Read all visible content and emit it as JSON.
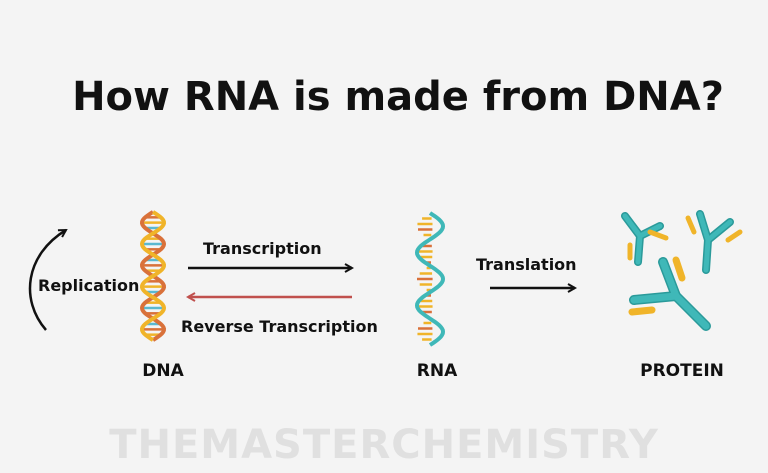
{
  "title": "How RNA is made from DNA?",
  "watermark": "THEMASTERCHEMISTRY",
  "labels": {
    "replication": "Replication",
    "transcription": "Transcription",
    "reverse_transcription": "Reverse Transcription",
    "translation": "Translation",
    "dna": "DNA",
    "rna": "RNA",
    "protein": "PROTEIN"
  },
  "colors": {
    "background": "#f4f4f4",
    "text": "#111111",
    "reverse_arrow": "#c0504d",
    "teal": "#3fb8b8",
    "yellow": "#f0b429",
    "orange": "#d9713a",
    "watermark": "#dcdcdc"
  }
}
